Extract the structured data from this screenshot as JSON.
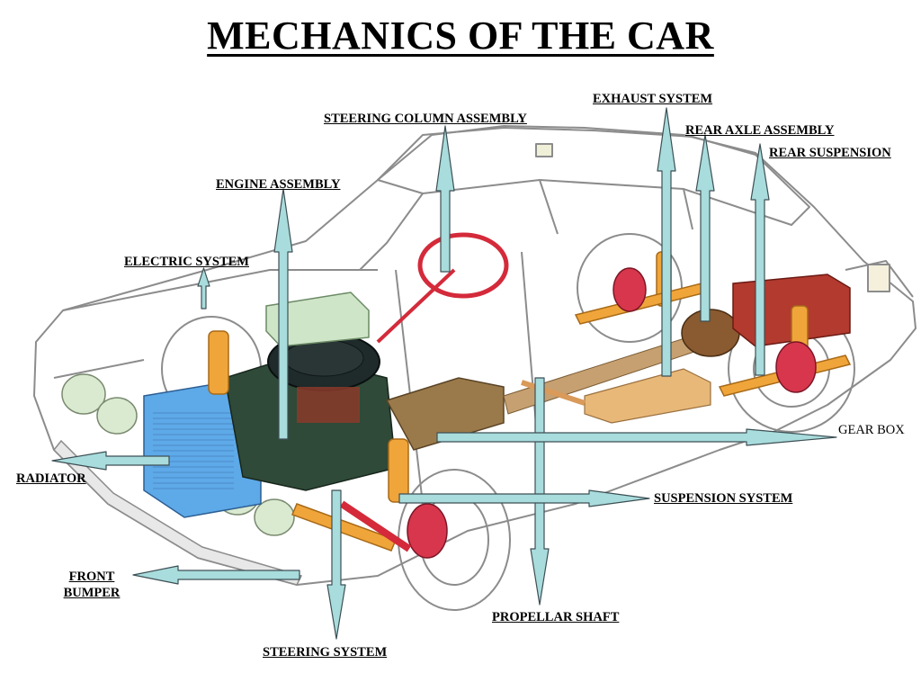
{
  "title": "MECHANICS OF THE CAR",
  "labels": {
    "exhaust_system": "EXHAUST SYSTEM",
    "steering_column_assembly": "STEERING COLUMN ASSEMBLY",
    "rear_axle_assembly": "REAR AXLE ASSEMBLY",
    "rear_suspension": "REAR SUSPENSION",
    "engine_assembly": "ENGINE ASSEMBLY",
    "electric_system": "ELECTRIC SYSTEM",
    "gear_box": "GEAR BOX",
    "radiator": "RADIATOR",
    "suspension_system": "SUSPENSION SYSTEM",
    "front_bumper_line1": "FRONT",
    "front_bumper_line2": "BUMPER",
    "propellar_shaft": "PROPELLAR SHAFT",
    "steering_system": "STEERING SYSTEM"
  },
  "colors": {
    "arrow_fill": "#a9dcdc",
    "arrow_stroke": "#3d4f55",
    "body_outline": "#8c8c8c",
    "radiator": "#5ea9e8",
    "engine": "#2f4a38",
    "suspension": "#f0a53a",
    "brake_red": "#d8364c",
    "fuel_tank": "#b33a2e"
  }
}
